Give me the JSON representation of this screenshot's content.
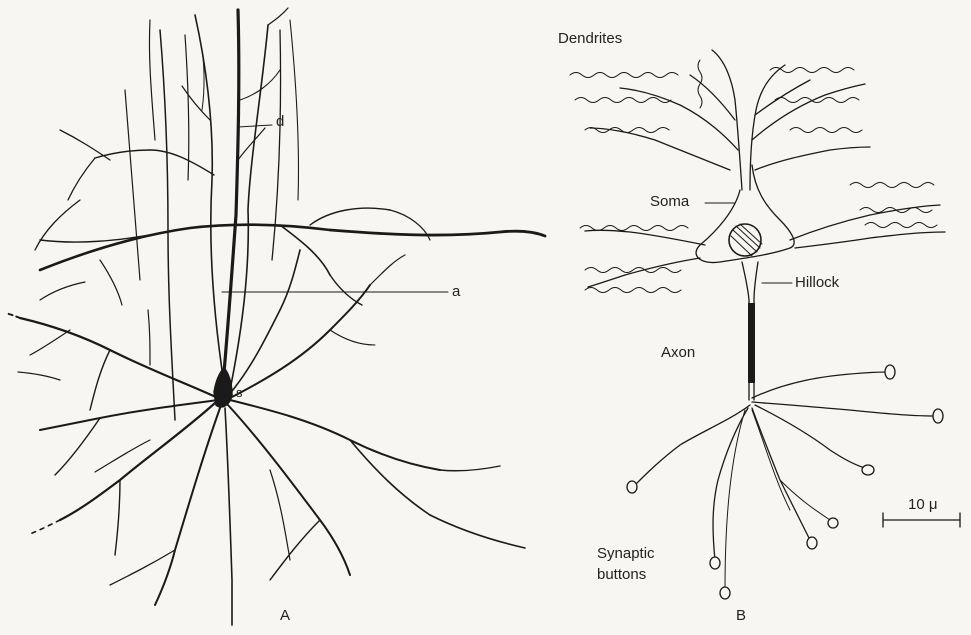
{
  "panel_a": {
    "letter": "A",
    "label_d": "d",
    "label_a": "a",
    "label_s": "s"
  },
  "panel_b": {
    "letter": "B",
    "dendrites": "Dendrites",
    "soma": "Soma",
    "hillock": "Hillock",
    "axon": "Axon",
    "synaptic_line1": "Synaptic",
    "synaptic_line2": "buttons",
    "scale": "10 μ"
  },
  "colors": {
    "ink": "#1a1a1a",
    "paper": "#f7f6f3"
  }
}
